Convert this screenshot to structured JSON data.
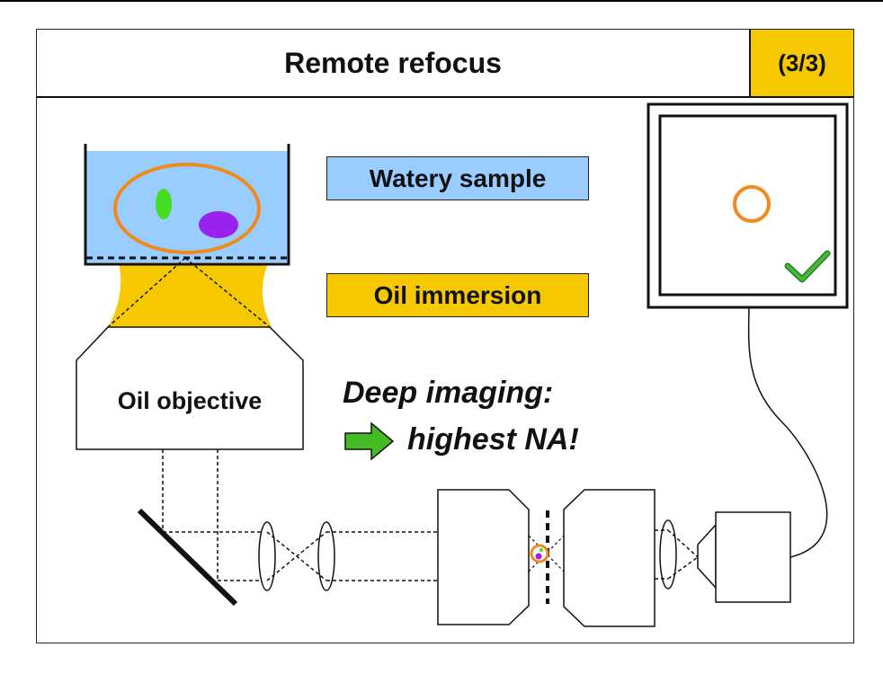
{
  "header": {
    "title": "Remote refocus",
    "counter": "(3/3)"
  },
  "labels": {
    "watery_sample": "Watery sample",
    "oil_immersion": "Oil immersion",
    "oil_objective": "Oil objective",
    "deep_imaging": "Deep imaging:",
    "highest_na": "highest NA!"
  },
  "colors": {
    "water": "#99ccff",
    "oil": "#f5c800",
    "orange_ring": "#f08a1c",
    "green_blob": "#44dd22",
    "purple_blob": "#9922ee",
    "arrow_green": "#44bb22",
    "check_green": "#33aa33"
  },
  "icons": [
    "right-arrow-icon",
    "checkmark-icon"
  ]
}
